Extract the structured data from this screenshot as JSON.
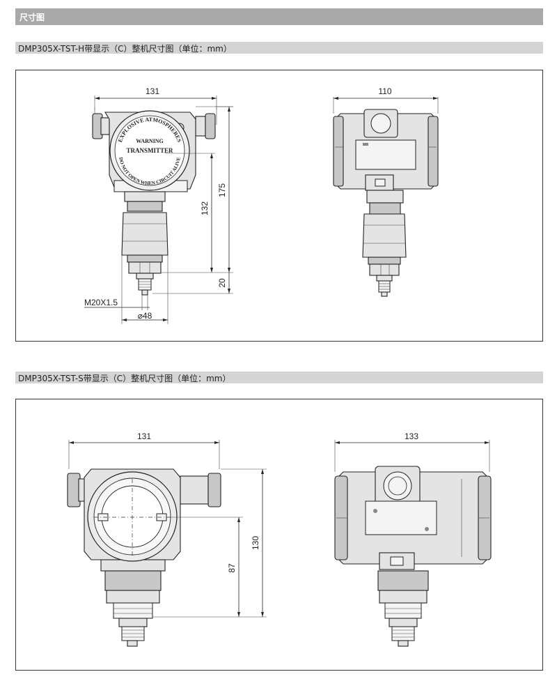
{
  "header": {
    "title": "尺寸图"
  },
  "section1": {
    "title": "DMP305X-TST-H带显示（C）整机尺寸图（单位：mm）",
    "front": {
      "width_label": "131",
      "height_total_label": "175",
      "height_body_label": "132",
      "height_thread_label": "20",
      "thread_label": "M20X1.5",
      "diameter_label": "⌀48",
      "cover_text": {
        "arc_top": "EXPLOSIVE ATMOSPHERES",
        "line_warning": "WARNING",
        "line_transmitter": "TRANSMITTER",
        "arc_bottom": "DO NOT OPEN WHEN CIRCUIT ALIVE"
      }
    },
    "back": {
      "width_label": "110"
    }
  },
  "section2": {
    "title": "DMP305X-TST-S带显示（C）整机尺寸图（单位：mm）",
    "front": {
      "width_label": "131",
      "height_total_label": "130",
      "height_body_label": "87"
    },
    "back": {
      "width_label": "133"
    }
  },
  "colors": {
    "header_bar": "#a9a9a9",
    "section_bar": "#d4d4d4",
    "line": "#222222"
  }
}
